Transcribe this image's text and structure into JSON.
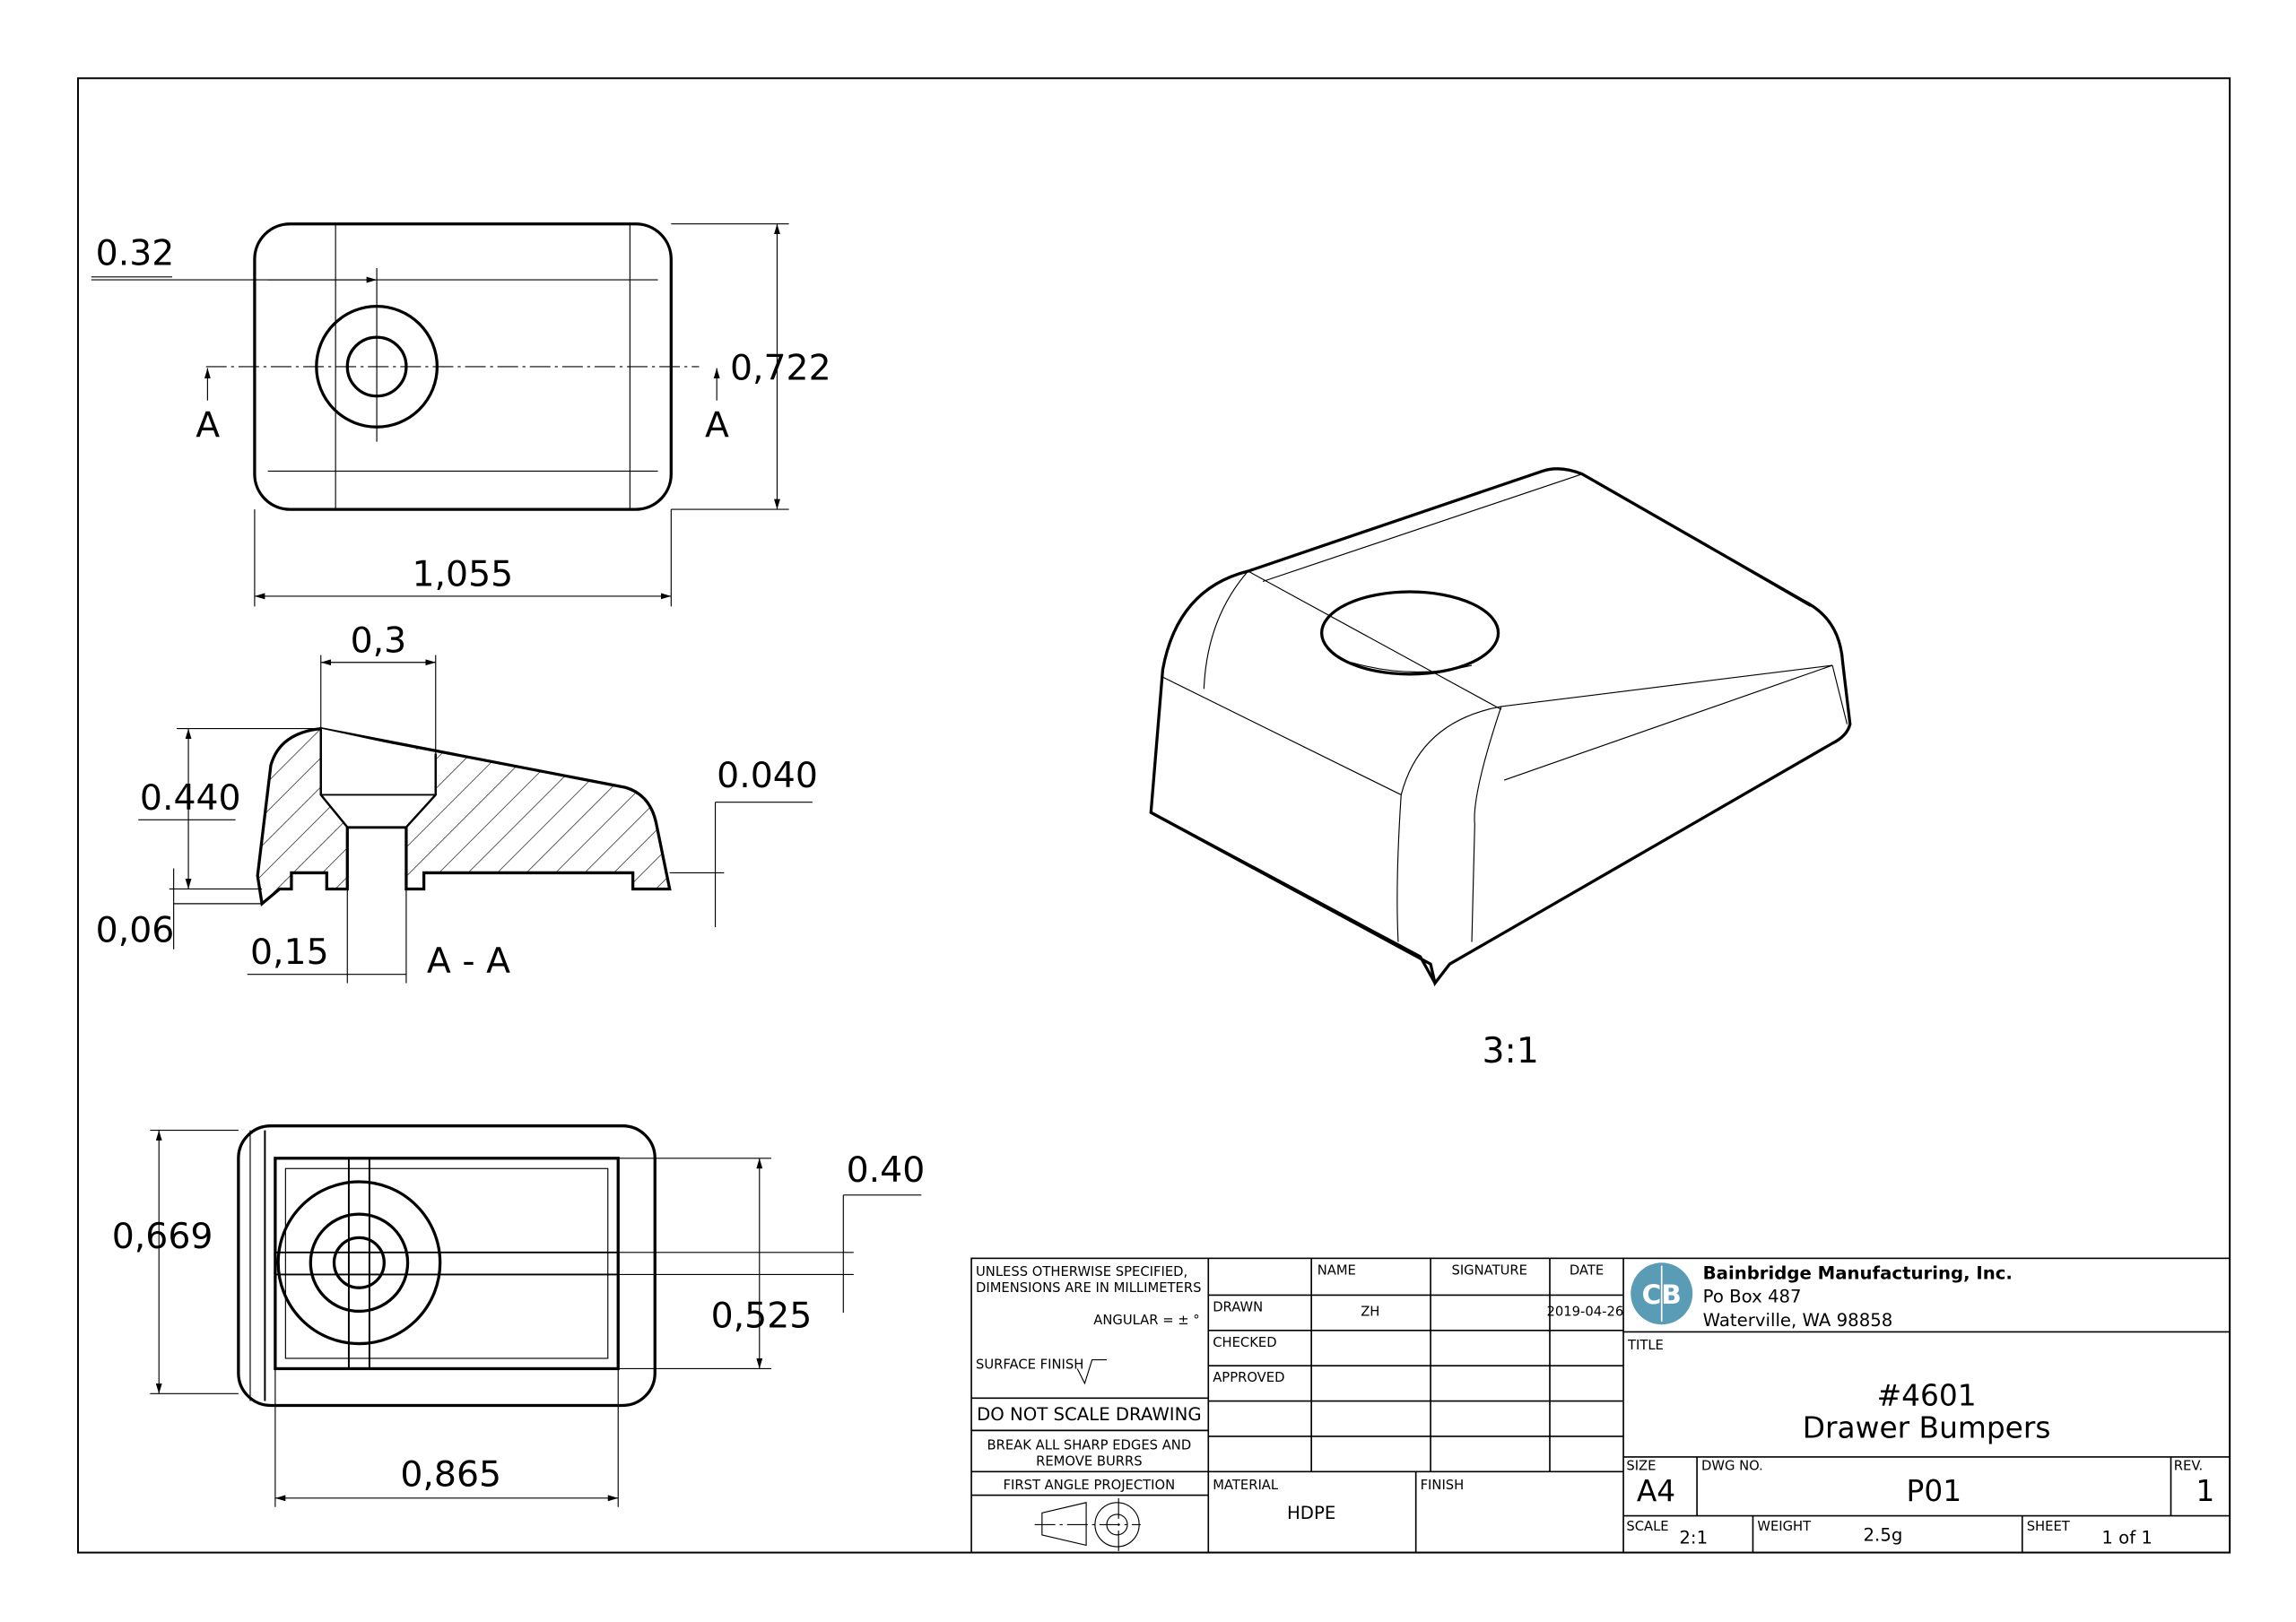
{
  "dimensions": {
    "top_offset": "0.32",
    "top_height": "0,722",
    "top_width": "1,055",
    "section_mark_left": "A",
    "section_mark_right": "A",
    "section_top": "0,3",
    "section_height": "0.440",
    "section_lip": "0.040",
    "section_base": "0,06",
    "section_hole": "0,15",
    "section_label": "A - A",
    "bottom_height": "0,669",
    "bottom_inner": "0,525",
    "bottom_rib": "0.40",
    "bottom_width": "0,865"
  },
  "iso_scale": "3:1",
  "title_block": {
    "notes": {
      "line1": "UNLESS OTHERWISE SPECIFIED,",
      "line2": "DIMENSIONS ARE IN MILLIMETERS",
      "angular": "ANGULAR = ± °",
      "surface_finish": "SURFACE FINISH",
      "do_not_scale": "DO NOT SCALE DRAWING",
      "break_edges_1": "BREAK ALL SHARP EDGES AND",
      "break_edges_2": "REMOVE BURRS",
      "projection": "FIRST ANGLE PROJECTION"
    },
    "headers": {
      "name": "NAME",
      "signature": "SIGNATURE",
      "date": "DATE"
    },
    "rows": [
      {
        "label": "DRAWN",
        "name": "ZH",
        "signature": "",
        "date": "2019-04-26"
      },
      {
        "label": "CHECKED",
        "name": "",
        "signature": "",
        "date": ""
      },
      {
        "label": "APPROVED",
        "name": "",
        "signature": "",
        "date": ""
      }
    ],
    "material_label": "MATERIAL",
    "material": "HDPE",
    "finish_label": "FINISH",
    "company": {
      "name": "Bainbridge Manufacturing, Inc.",
      "address1": "Po Box 487",
      "address2": "Waterville, WA 98858",
      "logo_text": "CB",
      "logo_color": "#5a9bb5"
    },
    "title_label": "TITLE",
    "title_line1": "#4601",
    "title_line2": "Drawer Bumpers",
    "size_label": "SIZE",
    "size": "A4",
    "dwg_label": "DWG NO.",
    "dwg_no": "P01",
    "rev_label": "REV.",
    "rev": "1",
    "scale_label": "SCALE",
    "scale": "2:1",
    "weight_label": "WEIGHT",
    "weight": "2.5g",
    "sheet_label": "SHEET",
    "sheet": "1 of 1"
  }
}
